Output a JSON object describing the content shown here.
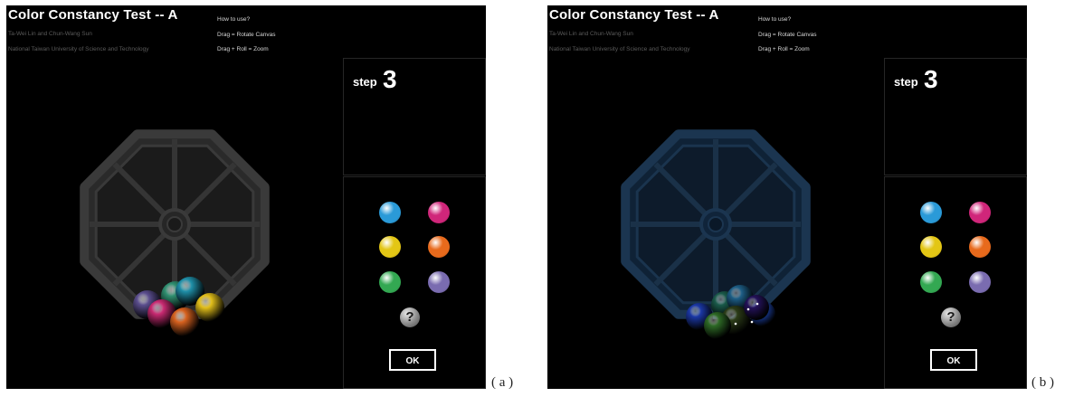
{
  "panels": [
    {
      "id": "a",
      "header": {
        "title": "Color Constancy Test -- A",
        "authors": "Ta-Wei Lin and Chun-Wang Sun",
        "affiliation": "National Taiwan University of Science and Technology",
        "how_to_use": "How to use?",
        "help_drag": "Drag = Rotate Canvas",
        "help_roll": "Drag + Roll = Zoom"
      },
      "step": {
        "label": "step",
        "number": "3"
      },
      "palette": [
        {
          "name": "blue",
          "color": "#2a9ad8"
        },
        {
          "name": "magenta",
          "color": "#d0267a"
        },
        {
          "name": "yellow",
          "color": "#e3c615"
        },
        {
          "name": "orange",
          "color": "#e86a1c"
        },
        {
          "name": "green",
          "color": "#33a852"
        },
        {
          "name": "purple",
          "color": "#7a6cb0"
        }
      ],
      "help_button": "?",
      "ok_button": "OK",
      "caption": "( a )",
      "lighting_tint": "#2a2a2a",
      "scene_balls": [
        {
          "color": "#2f8f70"
        },
        {
          "color": "#1f8fa8"
        },
        {
          "color": "#5b4e8e"
        },
        {
          "color": "#c92a72"
        },
        {
          "color": "#e2bf1a"
        },
        {
          "color": "#d8621f"
        }
      ]
    },
    {
      "id": "b",
      "header": {
        "title": "Color Constancy Test -- A",
        "authors": "Ta-Wei Lin and Chun-Wang Sun",
        "affiliation": "National Taiwan University of Science and Technology",
        "how_to_use": "How to use?",
        "help_drag": "Drag = Rotate Canvas",
        "help_roll": "Drag + Roll = Zoom"
      },
      "step": {
        "label": "step",
        "number": "3"
      },
      "palette": [
        {
          "name": "blue",
          "color": "#2a9ad8"
        },
        {
          "name": "magenta",
          "color": "#d0267a"
        },
        {
          "name": "yellow",
          "color": "#e3c615"
        },
        {
          "name": "orange",
          "color": "#e86a1c"
        },
        {
          "name": "green",
          "color": "#33a852"
        },
        {
          "name": "purple",
          "color": "#7a6cb0"
        }
      ],
      "help_button": "?",
      "ok_button": "OK",
      "caption": "( b )",
      "lighting_tint": "#0f2236",
      "scene_balls": [
        {
          "color": "#1a5a4a"
        },
        {
          "color": "#1d5e86"
        },
        {
          "color": "#1b38a6"
        },
        {
          "color": "#1e48b8"
        },
        {
          "color": "#2c3c18"
        },
        {
          "color": "#2e6a26"
        },
        {
          "color": "#24125a"
        }
      ]
    }
  ]
}
